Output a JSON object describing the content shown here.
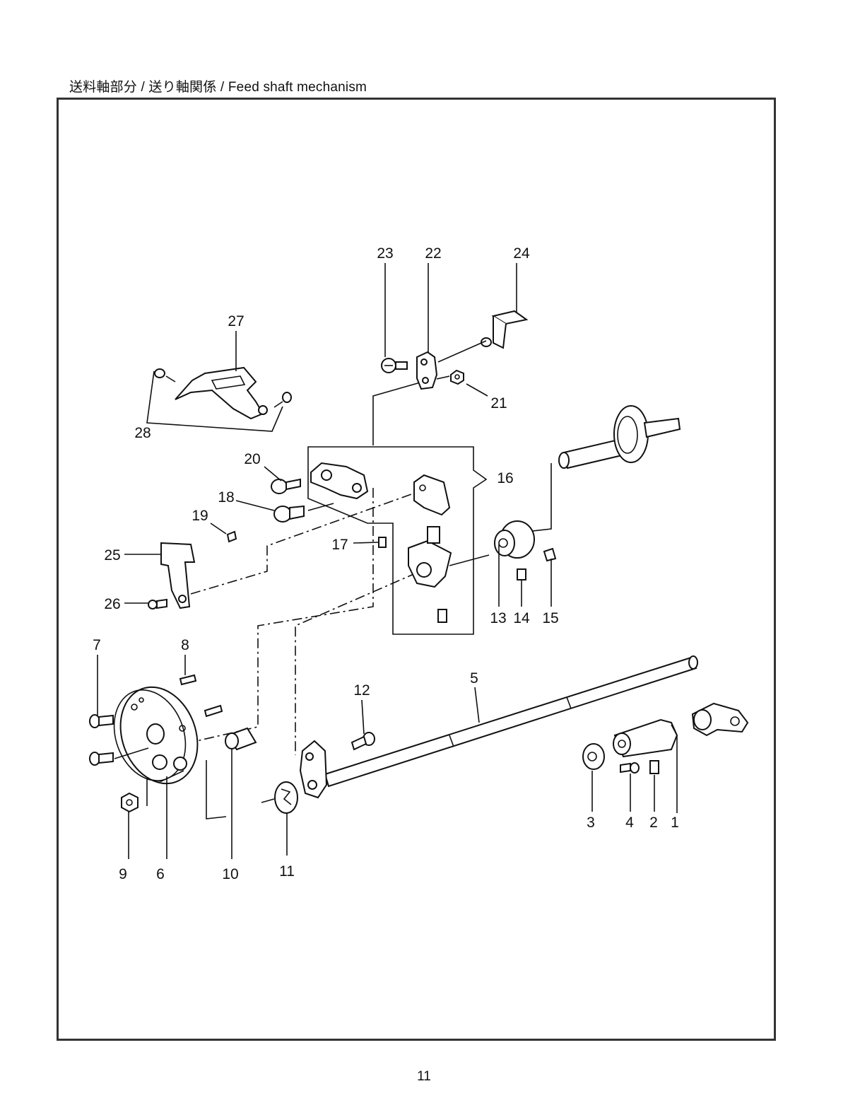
{
  "header": {
    "title": "送料軸部分 / 送り軸関係 / Feed shaft mechanism"
  },
  "footer": {
    "page_number": "11"
  },
  "callouts": [
    {
      "id": "c1",
      "label": "1"
    },
    {
      "id": "c2",
      "label": "2"
    },
    {
      "id": "c3",
      "label": "3"
    },
    {
      "id": "c4",
      "label": "4"
    },
    {
      "id": "c5",
      "label": "5"
    },
    {
      "id": "c6",
      "label": "6"
    },
    {
      "id": "c7",
      "label": "7"
    },
    {
      "id": "c8",
      "label": "8"
    },
    {
      "id": "c9",
      "label": "9"
    },
    {
      "id": "c10",
      "label": "10"
    },
    {
      "id": "c11",
      "label": "11"
    },
    {
      "id": "c12",
      "label": "12"
    },
    {
      "id": "c13",
      "label": "13"
    },
    {
      "id": "c14",
      "label": "14"
    },
    {
      "id": "c15",
      "label": "15"
    },
    {
      "id": "c16",
      "label": "16"
    },
    {
      "id": "c17",
      "label": "17"
    },
    {
      "id": "c18",
      "label": "18"
    },
    {
      "id": "c19",
      "label": "19"
    },
    {
      "id": "c20",
      "label": "20"
    },
    {
      "id": "c21",
      "label": "21"
    },
    {
      "id": "c22",
      "label": "22"
    },
    {
      "id": "c23",
      "label": "23"
    },
    {
      "id": "c24",
      "label": "24"
    },
    {
      "id": "c25",
      "label": "25"
    },
    {
      "id": "c26",
      "label": "26"
    },
    {
      "id": "c27",
      "label": "27"
    },
    {
      "id": "c28",
      "label": "28"
    }
  ]
}
